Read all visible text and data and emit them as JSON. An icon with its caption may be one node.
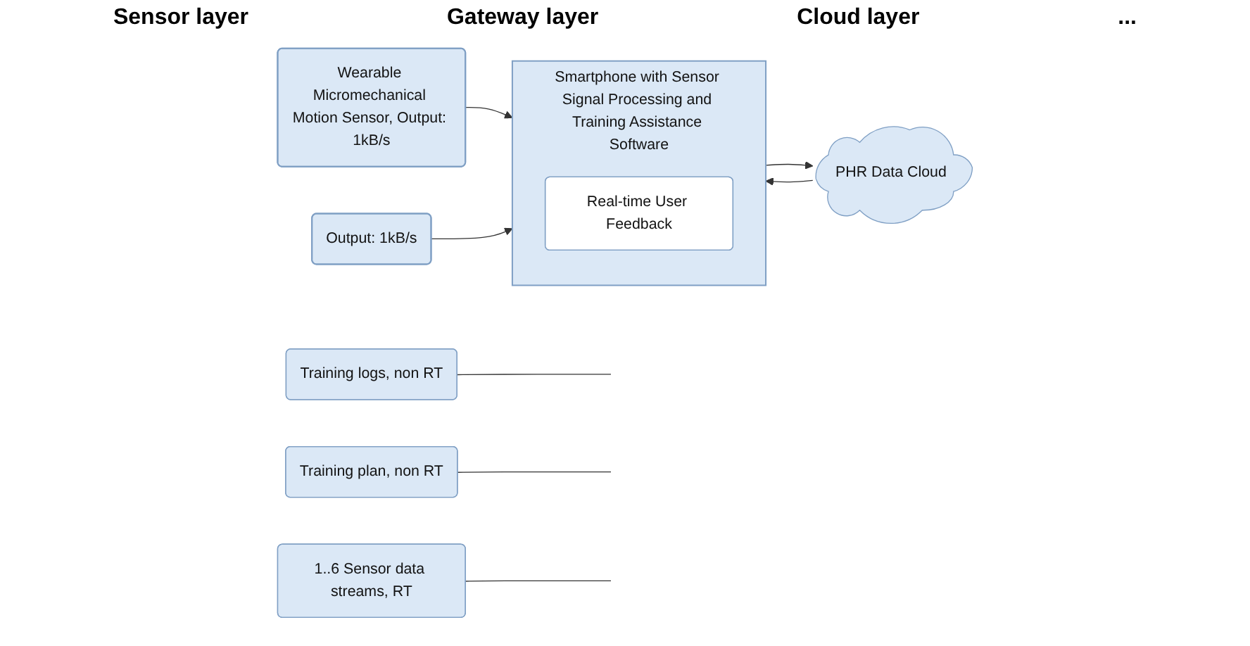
{
  "diagram": {
    "nodes": [
      {
        "text": [
          "Wearable Micromechanical Motion Sensor, Output: 1kB/s"
        ]
      },
      {
        "text": [
          "Output: 1kB/s"
        ]
      },
      {
        "text": [
          "Smartphone with Sensor Signal Processing and Training Assistance Software"
        ]
      },
      {
        "text": [
          "Real-time User Feedback"
        ],
        "in": 2
      },
      {
        "text": [
          "PHR Data Cloud"
        ]
      },
      {
        "text": [
          "Training logs, non RT"
        ]
      },
      {
        "text": [
          "Training plan, non RT"
        ]
      },
      {
        "text": [
          "1..6 Sensor data streams, RT"
        ]
      }
    ],
    "edges": [
      {
        "from": 0,
        "to": 2,
        "arrow": "to"
      },
      {
        "from": 1,
        "to": 2,
        "arrow": "to"
      },
      {
        "from": 2,
        "to": 4,
        "arrow": "to"
      },
      {
        "from": 4,
        "to": 2,
        "arrow": "to"
      },
      {
        "from": 5,
        "to": null,
        "arrow": "none"
      },
      {
        "from": 6,
        "to": null,
        "arrow": "none"
      },
      {
        "from": 7,
        "to": null,
        "arrow": "none"
      }
    ],
    "labels": [
      "Sensor layer",
      "Gateway layer",
      "Cloud layer",
      "..."
    ]
  }
}
